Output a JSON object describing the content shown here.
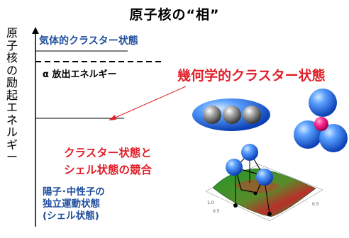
{
  "title": "原子核の“相”",
  "y_axis_label": "原子核の励起エネルギー",
  "levels": {
    "gas_cluster": "気体的クラスター状態",
    "alpha_threshold": "α 放出エネルギー",
    "geometric_cluster": "幾何学的クラスター状態",
    "competition_line1": "クラスター状態と",
    "competition_line2": "シェル状態の競合",
    "independent_line1": "陽子･中性子の",
    "independent_line2": "独立運動状態",
    "independent_line3": "(シェル状態)"
  },
  "colors": {
    "blue_text": "#1f4e9c",
    "red_text": "#e0202a",
    "sphere_blue": "#1e63e0",
    "sphere_gray": "#8a8a8a",
    "sphere_magenta": "#e8127e",
    "surface_green": "#2e8b2e",
    "surface_red": "#b8302a"
  }
}
